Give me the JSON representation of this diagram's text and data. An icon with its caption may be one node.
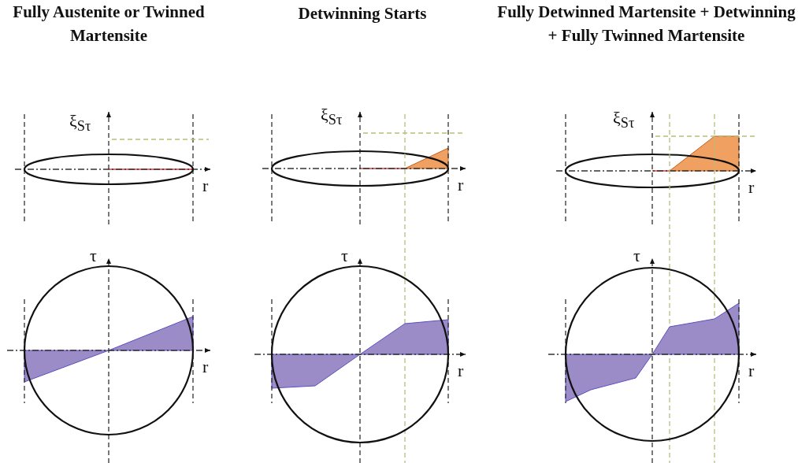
{
  "diagram": {
    "labels": [
      "Fully Austenite or Twinned Martensite",
      "Detwinning Starts",
      "Fully Detwinned Martensite + Detwinning + Fully Twinned Martensite",
      "ξ$_{Sτ}$",
      "ξ$_{Sτ}$",
      "ξ$_{Sτ}$",
      "r",
      "r",
      "r",
      "τ",
      "τ",
      "τ",
      "r",
      "r",
      "r"
    ]
  }
}
